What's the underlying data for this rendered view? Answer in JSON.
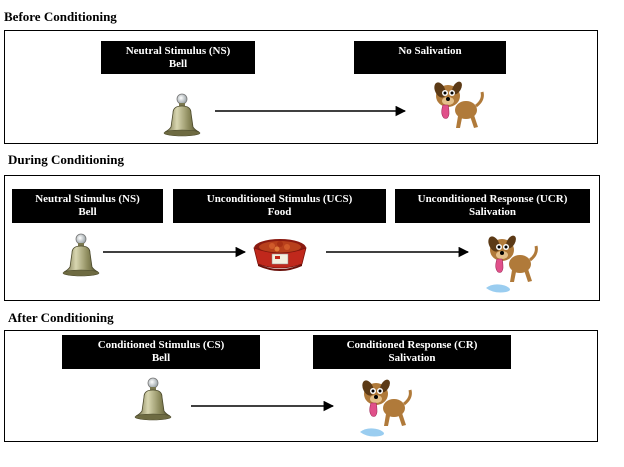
{
  "sections": {
    "before": {
      "title": "Before Conditioning",
      "stimulus": {
        "line1": "Neutral Stimulus (NS)",
        "line2": "Bell"
      },
      "response": {
        "line1": "No Salivation",
        "line2": ""
      }
    },
    "during": {
      "title": "During Conditioning",
      "stimulus": {
        "line1": "Neutral Stimulus (NS)",
        "line2": "Bell"
      },
      "ucs": {
        "line1": "Unconditioned Stimulus (UCS)",
        "line2": "Food"
      },
      "response": {
        "line1": "Unconditioned Response (UCR)",
        "line2": "Salivation"
      }
    },
    "after": {
      "title": "After Conditioning",
      "stimulus": {
        "line1": "Conditioned Stimulus (CS)",
        "line2": "Bell"
      },
      "response": {
        "line1": "Conditioned Response (CR)",
        "line2": "Salivation"
      }
    }
  },
  "icons": {
    "bell": "bell-icon",
    "dog": "dog-icon",
    "dog_drooling": "drooling-dog-icon",
    "food_bowl": "dog-food-bowl-icon",
    "arrow": "arrow-right-icon"
  },
  "colors": {
    "bell_body": "#8c8a5c",
    "bell_highlight": "#d8d6b0",
    "dog_fur": "#b07a3a",
    "dog_dark": "#5c3a16",
    "tongue": "#e0508a",
    "bowl_red": "#c0281c",
    "drool": "#8fc8ee"
  }
}
